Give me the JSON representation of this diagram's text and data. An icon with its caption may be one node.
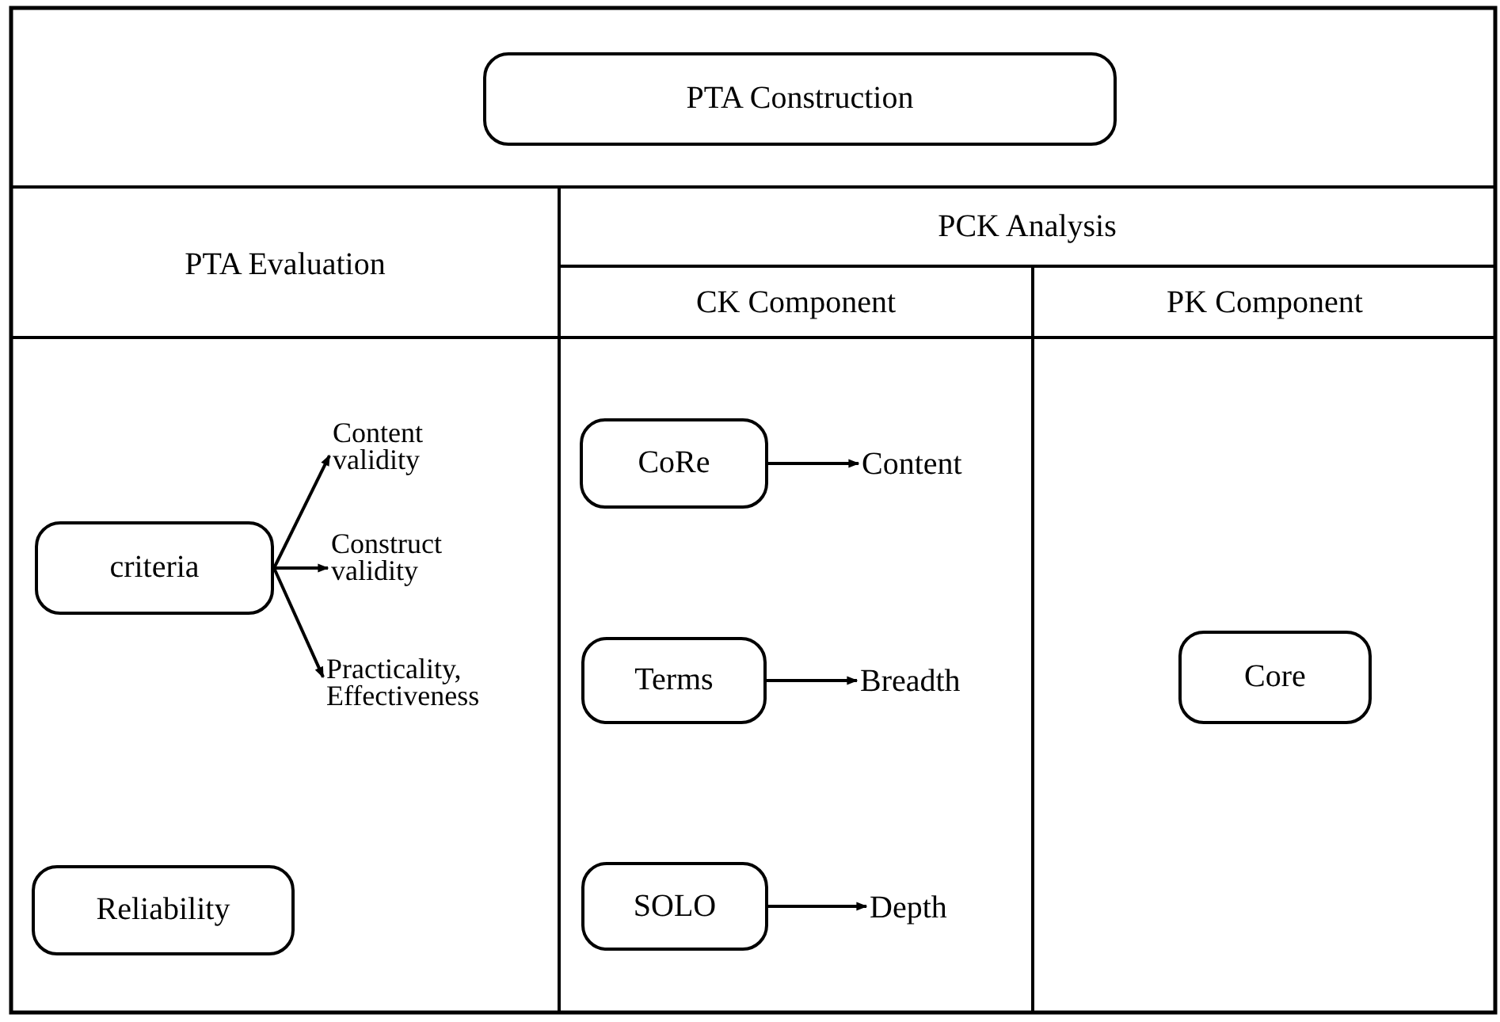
{
  "diagram": {
    "nodes": [
      {
        "text": [
          "PTA Construction"
        ]
      },
      {
        "text": [
          "criteria"
        ]
      },
      {
        "text": [
          "Content validity"
        ]
      },
      {
        "text": [
          "Construct validity"
        ]
      },
      {
        "text": [
          "Practicality, Effectiveness"
        ]
      },
      {
        "text": [
          "Reliability"
        ]
      },
      {
        "text": [
          "CoRe"
        ]
      },
      {
        "text": [
          "Content"
        ]
      },
      {
        "text": [
          "Terms"
        ]
      },
      {
        "text": [
          "Breadth"
        ]
      },
      {
        "text": [
          "SOLO"
        ]
      },
      {
        "text": [
          "Depth"
        ]
      },
      {
        "text": [
          "Core"
        ]
      }
    ],
    "edges": [
      {
        "from": 1,
        "to": 2,
        "arrow": "to"
      },
      {
        "from": 1,
        "to": 3,
        "arrow": "to"
      },
      {
        "from": 1,
        "to": 4,
        "arrow": "to"
      },
      {
        "from": 6,
        "to": 7,
        "arrow": "to"
      },
      {
        "from": 8,
        "to": 9,
        "arrow": "to"
      },
      {
        "from": 10,
        "to": 11,
        "arrow": "to"
      }
    ],
    "labels": [
      "PTA Evaluation",
      "PCK Analysis",
      "CK Component",
      "PK Component"
    ]
  }
}
